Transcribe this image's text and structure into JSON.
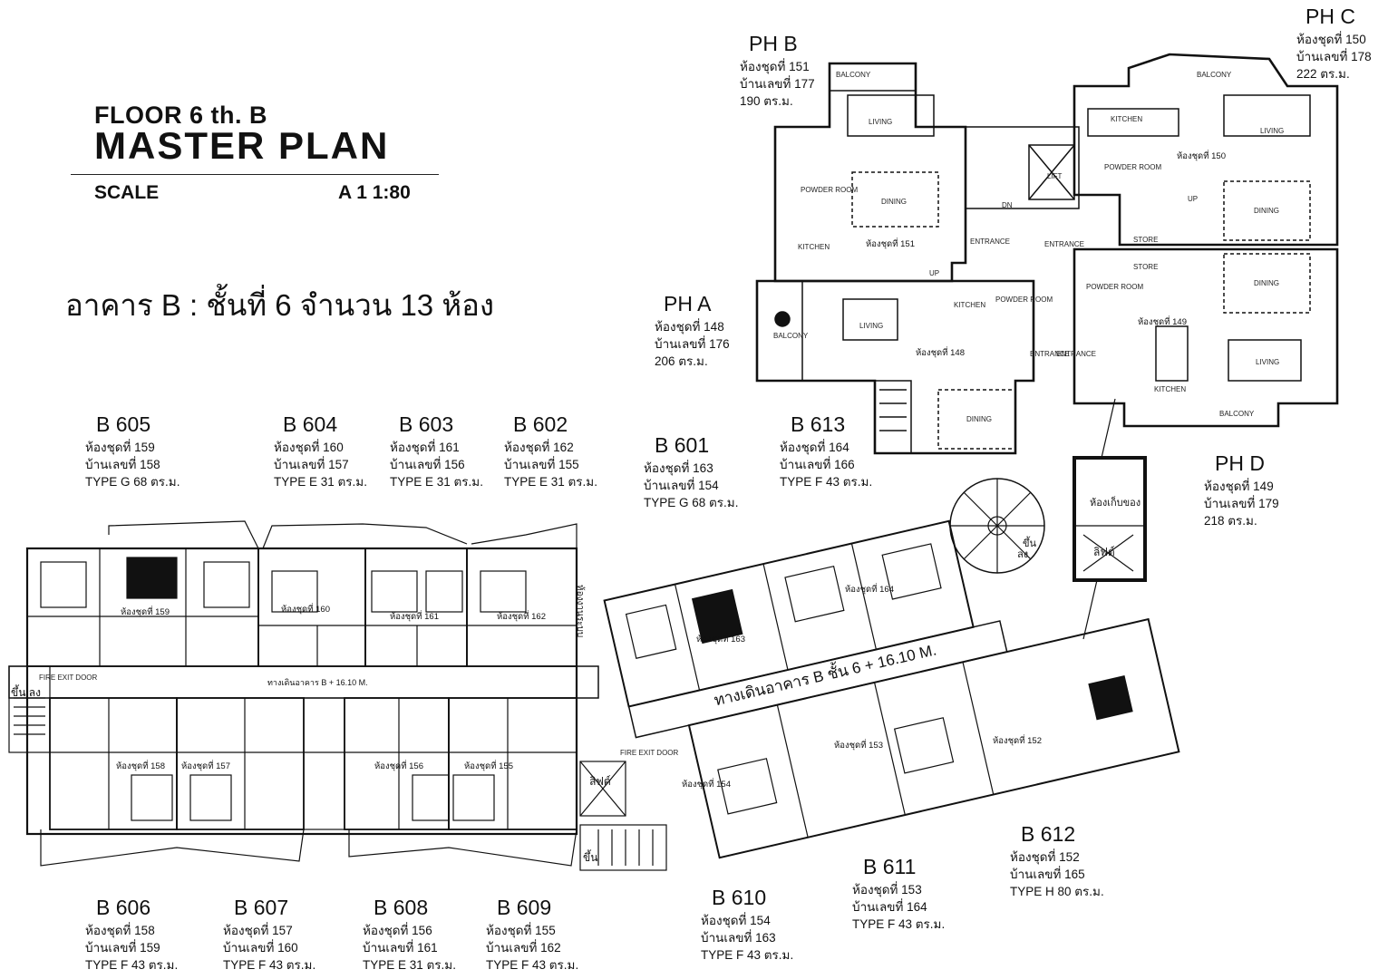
{
  "title": {
    "floor": "FLOOR 6 th. B",
    "master": "MASTER  PLAN",
    "scale": "SCALE",
    "ratio": "A 1 1:80"
  },
  "summary": "อาคาร B : ชั้นที่ 6 จำนวน 13 ห้อง",
  "units": [
    {
      "id": "b605",
      "name": "B 605",
      "suite": "ห้องชุดที่ 159",
      "house": "บ้านเลขที่ 158",
      "info": "TYPE G 68 ตร.ม."
    },
    {
      "id": "b604",
      "name": "B 604",
      "suite": "ห้องชุดที่ 160",
      "house": "บ้านเลขที่ 157",
      "info": "TYPE E 31 ตร.ม."
    },
    {
      "id": "b603",
      "name": "B 603",
      "suite": "ห้องชุดที่ 161",
      "house": "บ้านเลขที่ 156",
      "info": "TYPE E 31 ตร.ม."
    },
    {
      "id": "b602",
      "name": "B 602",
      "suite": "ห้องชุดที่ 162",
      "house": "บ้านเลขที่ 155",
      "info": "TYPE E 31 ตร.ม."
    },
    {
      "id": "b601",
      "name": "B 601",
      "suite": "ห้องชุดที่ 163",
      "house": "บ้านเลขที่ 154",
      "info": "TYPE G 68 ตร.ม."
    },
    {
      "id": "b613",
      "name": "B 613",
      "suite": "ห้องชุดที่ 164",
      "house": "บ้านเลขที่ 166",
      "info": "TYPE F 43 ตร.ม."
    },
    {
      "id": "b606",
      "name": "B 606",
      "suite": "ห้องชุดที่ 158",
      "house": "บ้านเลขที่ 159",
      "info": "TYPE F 43 ตร.ม."
    },
    {
      "id": "b607",
      "name": "B 607",
      "suite": "ห้องชุดที่ 157",
      "house": "บ้านเลขที่ 160",
      "info": "TYPE F 43 ตร.ม."
    },
    {
      "id": "b608",
      "name": "B 608",
      "suite": "ห้องชุดที่ 156",
      "house": "บ้านเลขที่ 161",
      "info": "TYPE E 31 ตร.ม."
    },
    {
      "id": "b609",
      "name": "B 609",
      "suite": "ห้องชุดที่ 155",
      "house": "บ้านเลขที่ 162",
      "info": "TYPE F 43 ตร.ม."
    },
    {
      "id": "b610",
      "name": "B 610",
      "suite": "ห้องชุดที่ 154",
      "house": "บ้านเลขที่ 163",
      "info": "TYPE F 43 ตร.ม."
    },
    {
      "id": "b611",
      "name": "B 611",
      "suite": "ห้องชุดที่ 153",
      "house": "บ้านเลขที่ 164",
      "info": "TYPE F 43 ตร.ม."
    },
    {
      "id": "b612",
      "name": "B 612",
      "suite": "ห้องชุดที่ 152",
      "house": "บ้านเลขที่ 165",
      "info": "TYPE H 80 ตร.ม."
    }
  ],
  "penthouses": [
    {
      "id": "pha",
      "name": "PH A",
      "suite": "ห้องชุดที่ 148",
      "house": "บ้านเลขที่ 176",
      "info": "206 ตร.ม."
    },
    {
      "id": "phb",
      "name": "PH B",
      "suite": "ห้องชุดที่ 151",
      "house": "บ้านเลขที่ 177",
      "info": "190 ตร.ม."
    },
    {
      "id": "phc",
      "name": "PH C",
      "suite": "ห้องชุดที่ 150",
      "house": "บ้านเลขที่ 178",
      "info": "222 ตร.ม."
    },
    {
      "id": "phd",
      "name": "PH D",
      "suite": "ห้องชุดที่ 149",
      "house": "บ้านเลขที่ 179",
      "info": "218 ตร.ม."
    }
  ],
  "room_tags": {
    "r159": "ห้องชุดที่ 159",
    "r160": "ห้องชุดที่ 160",
    "r161": "ห้องชุดที่ 161",
    "r162": "ห้องชุดที่ 162",
    "r163": "ห้องชุดที่ 163",
    "r164": "ห้องชุดที่ 164",
    "r158": "ห้องชุดที่ 158",
    "r157": "ห้องชุดที่ 157",
    "r156": "ห้องชุดที่ 156",
    "r155": "ห้องชุดที่ 155",
    "r154": "ห้องชุดที่ 154",
    "r153": "ห้องชุดที่ 153",
    "r152": "ห้องชุดที่ 152",
    "r151": "ห้องชุดที่ 151",
    "r150": "ห้องชุดที่ 150",
    "r148": "ห้องชุดที่ 148",
    "r149": "ห้องชุดที่ 149"
  },
  "plan_text": {
    "corridor_west": "ทางเดินอาคาร B + 16.10 M.",
    "corridor_east": "ทางเดินอาคาร B ชั้น 6 + 16.10 M.",
    "fire_exit": "FIRE EXIT DOOR",
    "up_down": "ขึ้น  ลง",
    "up": "ขึ้น",
    "up2": "ขึ้น",
    "down": "ลง",
    "lift": "ลิฟต์",
    "storage": "ห้องเก็บของ",
    "garbage": "ห้องงานระบบ",
    "balcony": "BALCONY",
    "living": "LIVING",
    "kitchen": "KITCHEN",
    "dining": "DINING",
    "powder_room": "POWDER ROOM",
    "entrance": "ENTRANCE",
    "store": "STORE",
    "lift_en": "LIFT",
    "dn": "DN",
    "up_en": "UP"
  }
}
